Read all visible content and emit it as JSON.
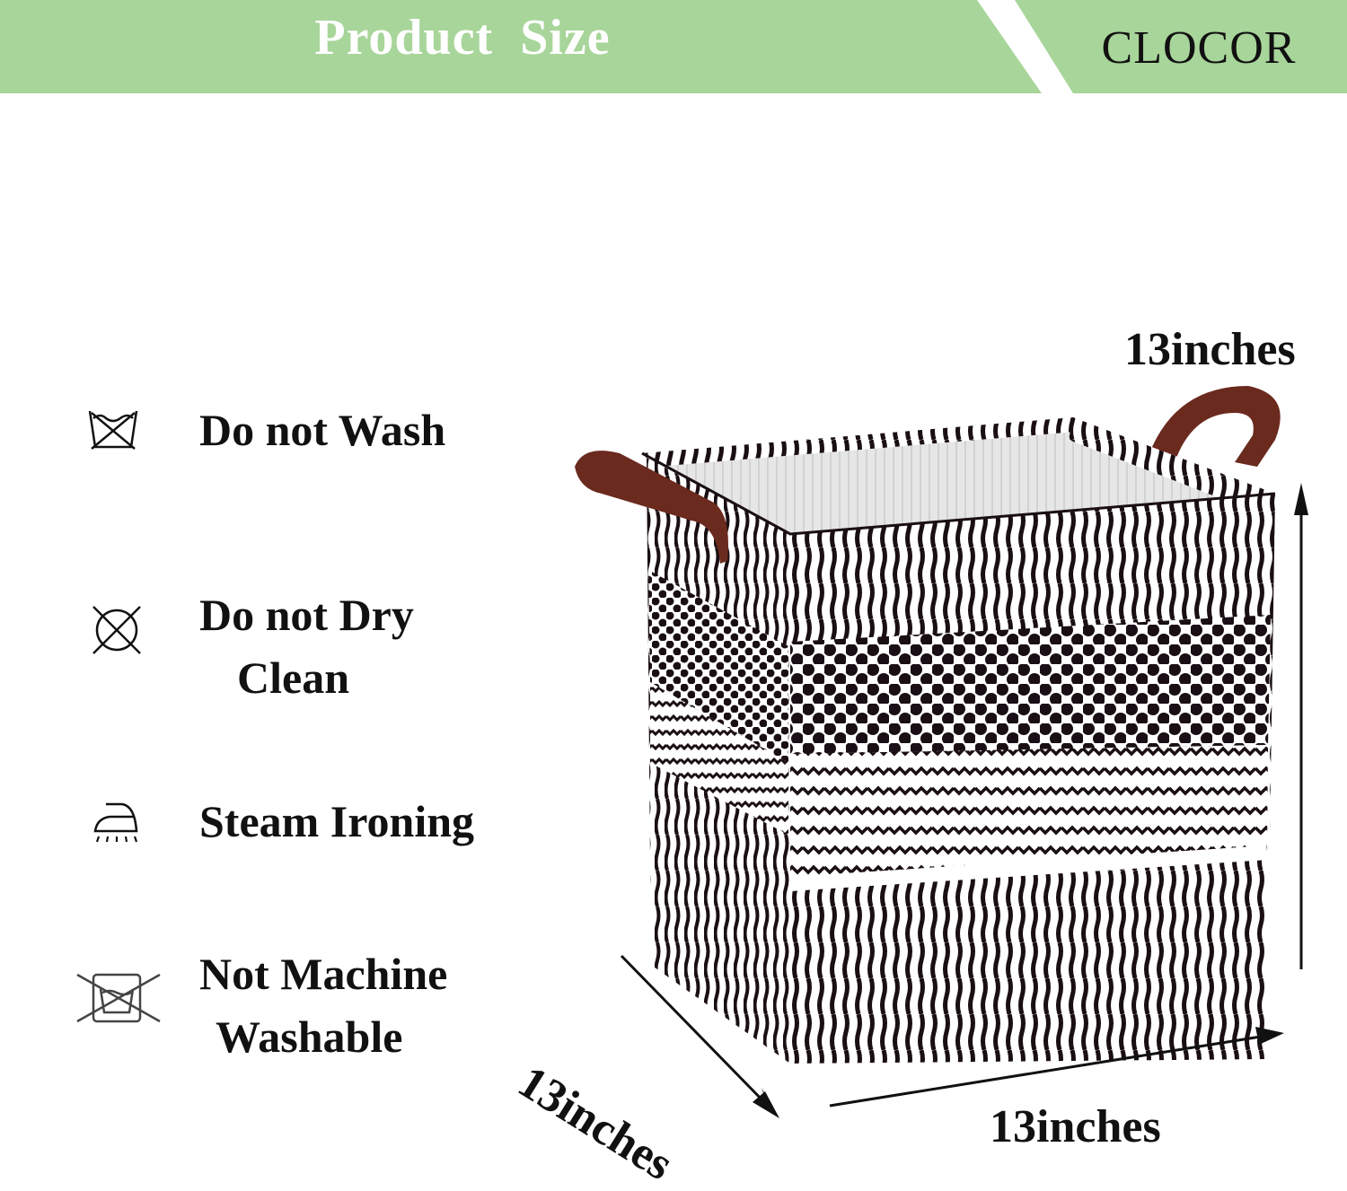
{
  "header": {
    "title": "Product  Size",
    "brand": "CLOCOR",
    "colors": {
      "banner_green": "#a8d59a"
    }
  },
  "care": [
    {
      "icon": "do-not-wash-icon",
      "lines": [
        "Do not Wash"
      ]
    },
    {
      "icon": "do-not-dry-clean-icon",
      "lines": [
        "Do not Dry",
        "Clean"
      ]
    },
    {
      "icon": "steam-iron-icon",
      "lines": [
        "Steam Ironing"
      ]
    },
    {
      "icon": "not-machine-washable-icon",
      "lines": [
        "Not Machine",
        "Washable"
      ]
    }
  ],
  "dimensions": {
    "height": "13inches",
    "depth": "13inches",
    "width": "13inches"
  },
  "product": {
    "colors": {
      "pattern": "#1a0f14",
      "handle": "#6b2a1e"
    }
  }
}
